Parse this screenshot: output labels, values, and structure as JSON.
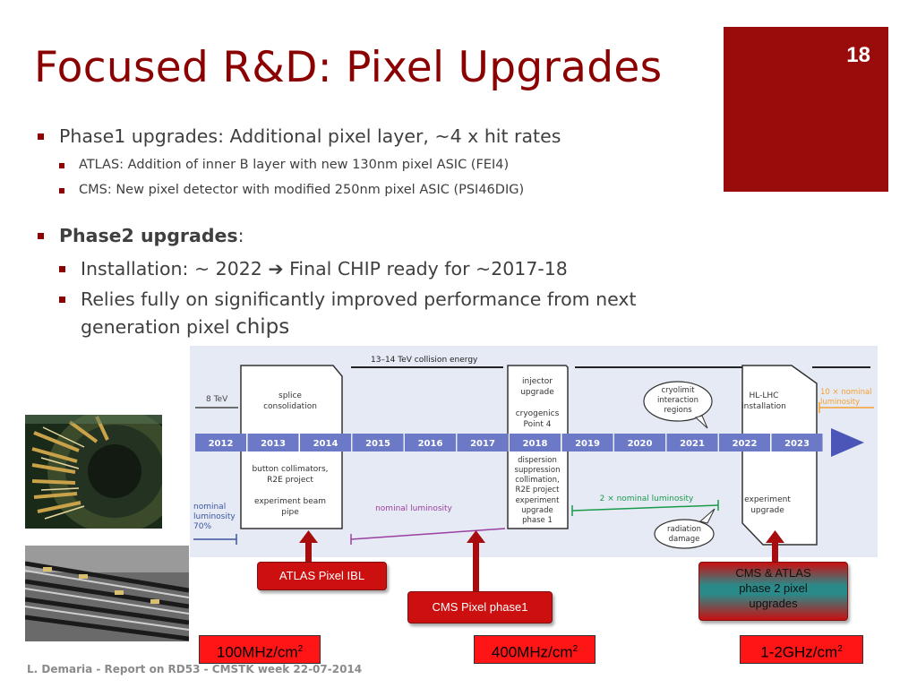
{
  "slide": {
    "title": "Focused R&D: Pixel Upgrades",
    "page_number": "18",
    "bullets": {
      "b1": "Phase1 upgrades: Additional pixel layer, ~4 x hit rates",
      "b1_1": "ATLAS: Addition of inner B layer with new 130nm pixel ASIC (FEI4)",
      "b1_2": "CMS: New pixel detector with modified 250nm pixel ASIC (PSI46DIG)",
      "b2_bold": "Phase2 upgrades",
      "b2_rest": ":",
      "b2_1_a": "Installation:  ~ 2022",
      "b2_1_arrow": "➔",
      "b2_1_b": "Final CHIP ready for ~2017-18",
      "b2_2_line1": "Relies fully on significantly improved performance from next",
      "b2_2_line2a": "generation pixel",
      "b2_2_line2b": "chips"
    },
    "footer": "L. Demaria - Report on RD53 - CMSTK week 22-07-2014"
  },
  "timeline": {
    "energy_label": "13–14 TeV collision energy",
    "label_8tev": "8 TeV",
    "splice": [
      "splice",
      "consolidation"
    ],
    "injector": [
      "injector",
      "upgrade"
    ],
    "cryogenics": [
      "cryogenics",
      "Point 4"
    ],
    "cryolimit": [
      "cryolimit",
      "interaction",
      "regions"
    ],
    "hllhc": [
      "HL-LHC",
      "installation"
    ],
    "ten_x": [
      "10 × nominal",
      "luminosity"
    ],
    "years": [
      "2012",
      "2013",
      "2014",
      "2015",
      "2016",
      "2017",
      "2018",
      "2019",
      "2020",
      "2021",
      "2022",
      "2023"
    ],
    "nominal70": [
      "nominal",
      "luminosity",
      "70%"
    ],
    "button_collimators": [
      "button collimators,",
      "R2E project"
    ],
    "experiment_beam": [
      "experiment beam",
      "pipe"
    ],
    "nominal_lumi": "nominal luminosity",
    "dispersion": [
      "dispersion",
      "suppression",
      "collimation,",
      "R2E project",
      "experiment",
      "upgrade",
      "phase 1"
    ],
    "two_x": "2 × nominal luminosity",
    "experiment_upgrade": [
      "experiment",
      "upgrade"
    ],
    "radiation": [
      "radiation",
      "damage"
    ],
    "colors": {
      "year_bar": "#6b79c6",
      "timeline_bg": "#e6eaf5",
      "purple": "#9b3fa0",
      "green": "#1a9b4a",
      "orange": "#f5a030"
    }
  },
  "callouts": {
    "atlas_ibl": "ATLAS Pixel IBL",
    "cms_phase1": "CMS Pixel phase1",
    "phase2": [
      "CMS & ATLAS",
      "phase 2 pixel",
      "upgrades"
    ]
  },
  "rates": {
    "r1": "100MHz/cm",
    "r2": "400MHz/cm",
    "r3": "1-2GHz/cm",
    "sup": "2"
  },
  "photos": {
    "top": "pixel-detector-barrel-photo",
    "bottom": "pixel-detector-modules-photo"
  },
  "colors": {
    "accent": "#8b0000",
    "callout": "#cc1010",
    "rate_box": "#ff1515"
  }
}
